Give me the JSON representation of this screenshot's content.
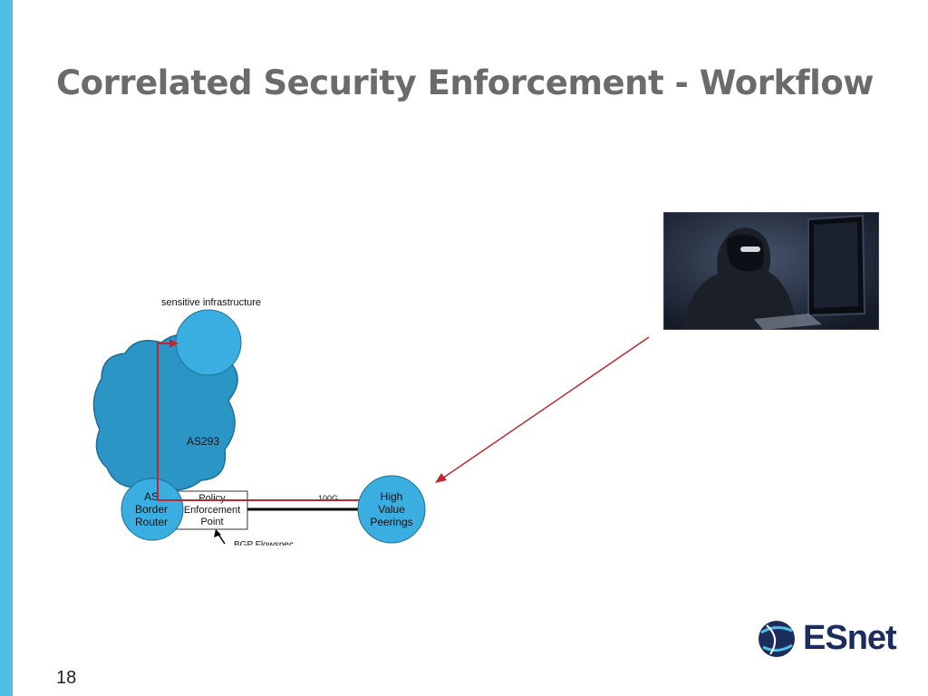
{
  "slide": {
    "title": "Correlated Security Enforcement - Workflow",
    "page_number": "18"
  },
  "diagram": {
    "sensitive_label": "sensitive infrastructure",
    "cloud_label": "AS293",
    "router_label": [
      "AS",
      "Border",
      "Router"
    ],
    "policy_label": [
      "Policy",
      "Enforcement",
      "Point"
    ],
    "link_label": "100G",
    "peerings_label": [
      "High",
      "Value",
      "Peerings"
    ],
    "cut_label": "BGP Flowspec"
  },
  "logo": {
    "text": "ESnet"
  },
  "colors": {
    "accent_bar": "#4ec0e4",
    "node_fill": "#3aaee0",
    "cloud_fill": "#2b95c6",
    "attack_path": "#c0282f"
  },
  "icons": {
    "photo": "hacker-at-computer-photo",
    "logo": "esnet-globe-icon"
  }
}
